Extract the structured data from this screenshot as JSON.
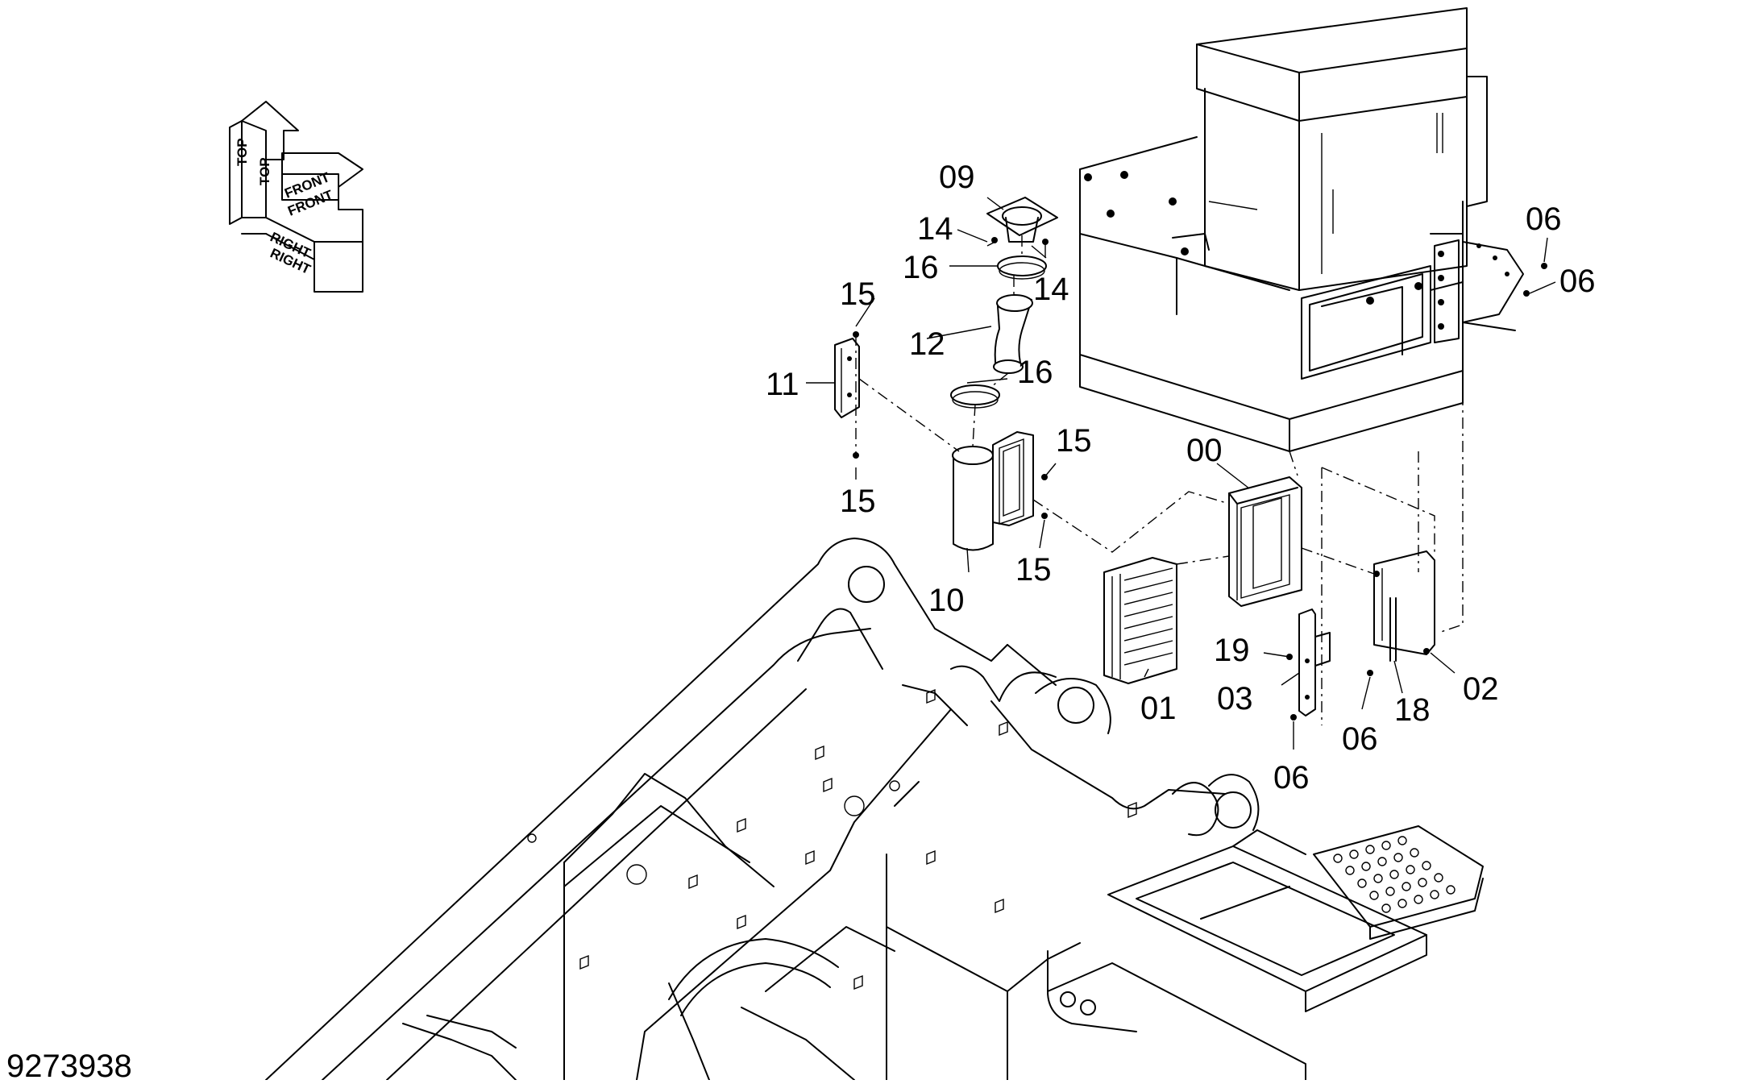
{
  "diagram": {
    "figure_number": "9273938",
    "orientation_labels": [
      "TOP",
      "TOP",
      "FRONT",
      "FRONT",
      "RIGHT",
      "RIGHT"
    ],
    "callouts": {
      "c09": "09",
      "c14a": "14",
      "c14b": "14",
      "c16a": "16",
      "c16b": "16",
      "c15a": "15",
      "c15b": "15",
      "c15c": "15",
      "c15d": "15",
      "c12": "12",
      "c11": "11",
      "c10": "10",
      "c00": "00",
      "c01": "01",
      "c02": "02",
      "c03": "03",
      "c18": "18",
      "c19": "19",
      "c06a": "06",
      "c06b": "06",
      "c06c": "06",
      "c06d": "06"
    }
  }
}
